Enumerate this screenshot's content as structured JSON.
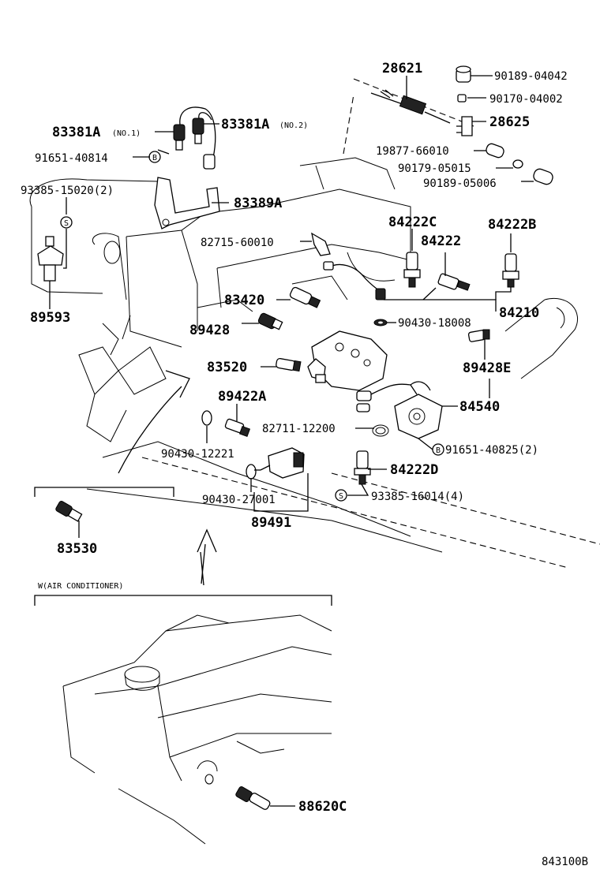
{
  "labels": {
    "p28621": "28621",
    "p90189_04042": "90189-04042",
    "p90170_04002": "90170-04002",
    "p28625": "28625",
    "p83381a_1": "83381A",
    "p83381a_1_note": "(NO.1)",
    "p83381a_2": "83381A",
    "p83381a_2_note": "(NO.2)",
    "p91651_40814": "91651-40814",
    "p19877_66010": "19877-66010",
    "p90179_05015": "90179-05015",
    "p90189_05006": "90189-05006",
    "p93385_15020": "93385-15020(2)",
    "p83389a": "83389A",
    "p84222c": "84222C",
    "p84222b": "84222B",
    "p84222": "84222",
    "p82715_60010": "82715-60010",
    "p89593": "89593",
    "p83420": "83420",
    "p84210": "84210",
    "p89428": "89428",
    "p90430_18008": "90430-18008",
    "p89428e": "89428E",
    "p83520": "83520",
    "p89422a": "89422A",
    "p84540": "84540",
    "p82711_12200": "82711-12200",
    "p91651_40825": "91651-40825(2)",
    "p90430_12221": "90430-12221",
    "p84222d": "84222D",
    "p90430_27001": "90430-27001",
    "p93385_16014": "93385-16014(4)",
    "p89491": "89491",
    "p83530": "83530",
    "w_note": "W(AIR CONDITIONER)",
    "p88620c": "88620C",
    "diagram_id": "843100B"
  },
  "markers": {
    "bolt": "B",
    "screw": "S"
  }
}
